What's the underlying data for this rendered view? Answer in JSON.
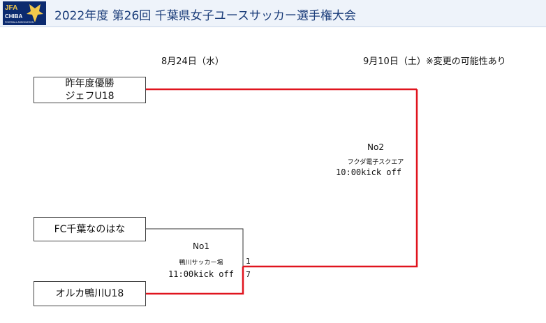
{
  "header": {
    "logo_top": "JFA",
    "logo_mid": "CHIBA",
    "logo_sub": "FOOTBALL ASSOCIATION",
    "title": "2022年度 第26回 千葉県女子ユースサッカー選手権大会"
  },
  "dates": {
    "round1": "8月24日（水）",
    "final": "9月10日（土）※変更の可能性あり"
  },
  "teams": {
    "seed_line1": "昨年度優勝",
    "seed_line2": "ジェフU18",
    "team_a": "FC千葉なのはな",
    "team_b": "オルカ鴨川U18"
  },
  "match1": {
    "no": "No1",
    "venue": "鴨川サッカー場",
    "kickoff": "11:00kick off",
    "score_top": "1",
    "score_bottom": "7"
  },
  "match2": {
    "no": "No2",
    "venue": "フクダ電子スクエア",
    "kickoff": "10:00kick off"
  },
  "colors": {
    "winner_line": "#e0141e",
    "normal_line": "#333333",
    "header_bg": "#eef3fa",
    "title_text": "#1b3d7a"
  }
}
